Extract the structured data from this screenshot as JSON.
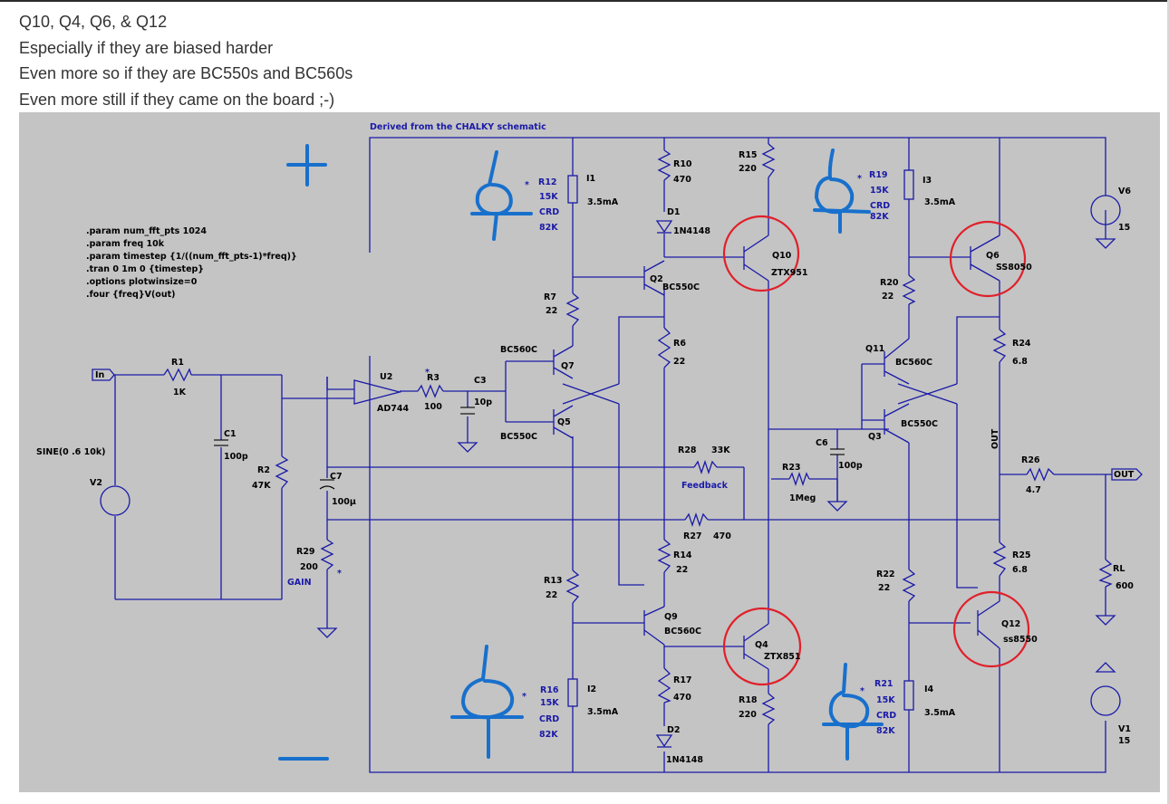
{
  "post": {
    "lines": [
      "Q10, Q4, Q6, & Q12",
      "Especially if they are biased harder",
      "Even more so if they are BC550s and BC560s",
      "Even more still if they came on the board ;-)"
    ]
  },
  "schematic": {
    "title": "Derived from the CHALKY schematic",
    "directives": [
      ".param num_fft_pts 1024",
      ".param freq 10k",
      ".param timestep {1/((num_fft_pts-1)*freq)}",
      ".tran 0 1m 0 {timestep}",
      ".options plotwinsize=0",
      ".four {freq}V(out)"
    ],
    "ports": {
      "in": "In",
      "out": "OUT"
    },
    "source_v2": {
      "spec": "SINE(0 .6 10k)",
      "name": "V2"
    },
    "r1": {
      "name": "R1",
      "value": "1K"
    },
    "c1": {
      "name": "C1",
      "value": "100p"
    },
    "r2": {
      "name": "R2",
      "value": "47K"
    },
    "c7": {
      "name": "C7",
      "value": "100µ"
    },
    "r29": {
      "name": "R29",
      "value": "200",
      "label": "GAIN"
    },
    "u2": {
      "name": "U2",
      "part": "AD744"
    },
    "r3": {
      "name": "R3",
      "value": "100"
    },
    "c3": {
      "name": "C3",
      "value": "10p"
    },
    "r12": {
      "name": "R12",
      "v1": "15K",
      "v2": "CRD",
      "v3": "82K"
    },
    "i1": {
      "name": "I1",
      "value": "3.5mA"
    },
    "r10": {
      "name": "R10",
      "value": "470"
    },
    "d1": {
      "name": "D1",
      "part": "1N4148"
    },
    "r15": {
      "name": "R15",
      "value": "220"
    },
    "q10": {
      "name": "Q10",
      "part": "ZTX951"
    },
    "q2": {
      "name": "Q2",
      "part": "BC550C"
    },
    "r7": {
      "name": "R7",
      "value": "22"
    },
    "r6": {
      "name": "R6",
      "value": "22"
    },
    "q7": {
      "name": "Q7",
      "part": "BC560C"
    },
    "q5": {
      "name": "Q5",
      "part": "BC550C"
    },
    "r28": {
      "name": "R28",
      "value": "33K",
      "label": "Feedback"
    },
    "r27": {
      "name": "R27",
      "value": "470"
    },
    "r23": {
      "name": "R23",
      "value": "1Meg"
    },
    "c6": {
      "name": "C6",
      "value": "100p"
    },
    "r19": {
      "name": "R19",
      "v1": "15K",
      "v2": "CRD",
      "v3": "82K"
    },
    "i3": {
      "name": "I3",
      "value": "3.5mA"
    },
    "q6": {
      "name": "Q6",
      "part": "SS8050"
    },
    "r20": {
      "name": "R20",
      "value": "22"
    },
    "q11": {
      "name": "Q11",
      "part": "BC560C"
    },
    "q3": {
      "name": "Q3",
      "part": "BC550C"
    },
    "r24": {
      "name": "R24",
      "value": "6.8"
    },
    "r26": {
      "name": "R26",
      "value": "4.7"
    },
    "net_out": "OUT",
    "r25": {
      "name": "R25",
      "value": "6.8"
    },
    "rl": {
      "name": "RL",
      "value": "600"
    },
    "v6": {
      "name": "V6",
      "value": "15"
    },
    "v1": {
      "name": "V1",
      "value": "15"
    },
    "r14": {
      "name": "R14",
      "value": "22"
    },
    "r13": {
      "name": "R13",
      "value": "22"
    },
    "q9": {
      "name": "Q9",
      "part": "BC560C"
    },
    "q4": {
      "name": "Q4",
      "part": "ZTX851"
    },
    "r16": {
      "name": "R16",
      "v1": "15K",
      "v2": "CRD",
      "v3": "82K"
    },
    "i2": {
      "name": "I2",
      "value": "3.5mA"
    },
    "r17": {
      "name": "R17",
      "value": "470"
    },
    "d2": {
      "name": "D2",
      "part": "1N4148"
    },
    "r18": {
      "name": "R18",
      "value": "220"
    },
    "r22": {
      "name": "R22",
      "value": "22"
    },
    "q12": {
      "name": "Q12",
      "part": "ss8550"
    },
    "r21": {
      "name": "R21",
      "v1": "15K",
      "v2": "CRD",
      "v3": "82K"
    },
    "i4": {
      "name": "I4",
      "value": "3.5mA"
    },
    "marker": "*",
    "colors": {
      "background": "#c4c4c4",
      "wire": "#1a1aa8",
      "highlight": "#e0202a",
      "annotation": "#1870cc"
    }
  }
}
